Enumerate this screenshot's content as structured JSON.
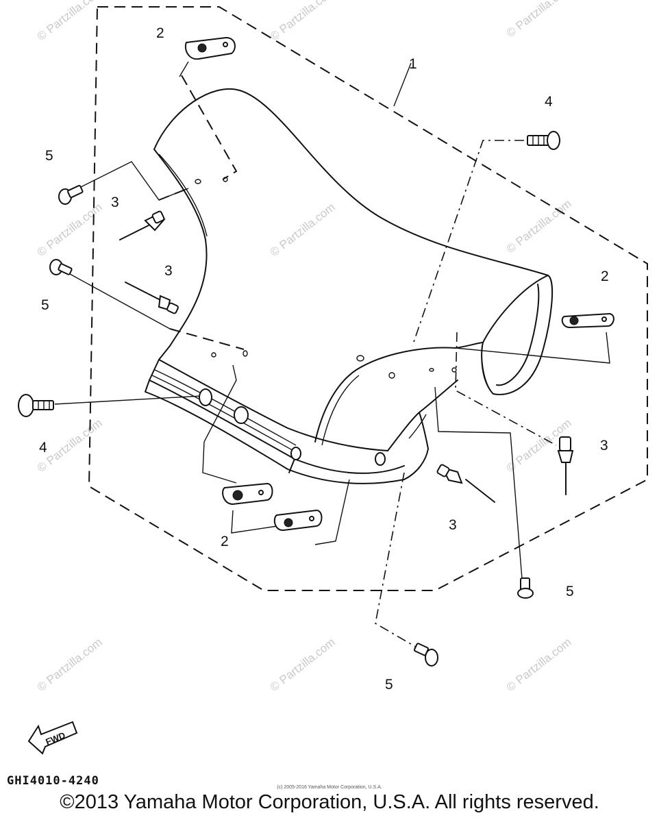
{
  "diagram": {
    "callouts": {
      "c1": "1",
      "c2a": "2",
      "c2b": "2",
      "c2c": "2",
      "c3a": "3",
      "c3b": "3",
      "c3c": "3",
      "c3d": "3",
      "c4a": "4",
      "c4b": "4",
      "c5a": "5",
      "c5b": "5",
      "c5c": "5",
      "c5d": "5"
    },
    "watermark": "© Partzilla.com",
    "fwd_label": "FWD"
  },
  "footer": {
    "diagram_code": "GHI4010-4240",
    "small_copyright": "(c) 2005-2016 Yamaha Motor Corporation, U.S.A.",
    "copyright": "©2013 Yamaha Motor Corporation, U.S.A. All rights reserved."
  }
}
